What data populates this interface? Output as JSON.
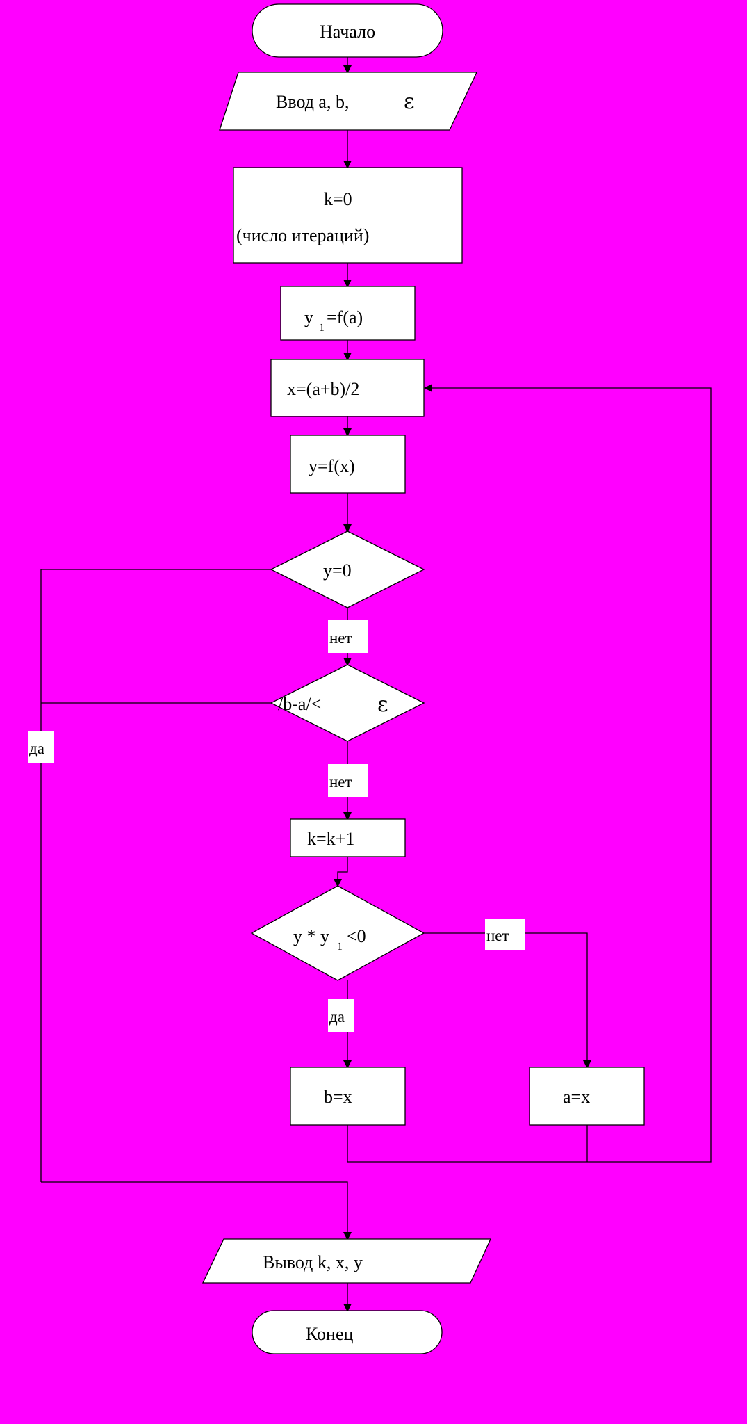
{
  "colors": {
    "background": "#FF00FF",
    "shape_fill": "#FFFFFF",
    "stroke": "#000000"
  },
  "start": {
    "label": "Начало"
  },
  "input": {
    "label": "Ввод a, b,",
    "epsilon": "ε"
  },
  "init_k": {
    "formula": "k=0",
    "note": "(число итераций)"
  },
  "init_y1": {
    "y": "y",
    "sub": "1",
    "rest": "=f(a)"
  },
  "calc_x": {
    "label": "x=(a+b)/2"
  },
  "calc_y": {
    "label": "y=f(x)"
  },
  "cond_y_zero": {
    "label": "y=0"
  },
  "cond_interval": {
    "label": "/b-a/<",
    "epsilon": "ε"
  },
  "increment_k": {
    "label": "k=k+1"
  },
  "cond_sign": {
    "left": "y  *  y",
    "sub": "1",
    "right": "<0"
  },
  "assign_b": {
    "label": "b=x"
  },
  "assign_a": {
    "label": "a=x"
  },
  "output": {
    "label": "Вывод k, x, y"
  },
  "end": {
    "label": "Конец"
  },
  "branch_labels": {
    "no_1": "нет",
    "no_2": "нет",
    "yes_left": "да",
    "no_right": "нет",
    "yes_down": "да"
  }
}
